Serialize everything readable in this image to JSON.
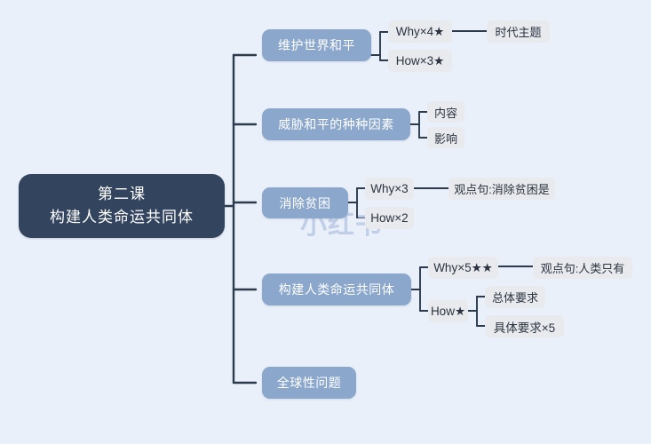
{
  "meta": {
    "background_color": "#eaf0f9",
    "root_color": "#33445e",
    "level1_color": "#8ba7cc",
    "leaf_color": "#e8eaee",
    "edge_color": "#2b3a4d"
  },
  "watermark": {
    "text": "小红书"
  },
  "root": {
    "line1": "第二课",
    "line2": "构建人类命运共同体"
  },
  "branches": [
    {
      "label": "维护世界和平",
      "children": [
        {
          "label": "Why×4★",
          "children": [
            {
              "label": "时代主题"
            }
          ]
        },
        {
          "label": "How×3★",
          "children": []
        }
      ]
    },
    {
      "label": "威胁和平的种种因素",
      "children": [
        {
          "label": "内容",
          "children": []
        },
        {
          "label": "影响",
          "children": []
        }
      ]
    },
    {
      "label": "消除贫困",
      "children": [
        {
          "label": "Why×3",
          "children": [
            {
              "label": "观点句:消除贫困是"
            }
          ]
        },
        {
          "label": "How×2",
          "children": []
        }
      ]
    },
    {
      "label": "构建人类命运共同体",
      "children": [
        {
          "label": "Why×5★★",
          "children": [
            {
              "label": "观点句:人类只有"
            }
          ]
        },
        {
          "label": "How★",
          "children": [
            {
              "label": "总体要求"
            },
            {
              "label": "具体要求×5"
            }
          ]
        }
      ]
    },
    {
      "label": "全球性问题",
      "children": []
    }
  ]
}
